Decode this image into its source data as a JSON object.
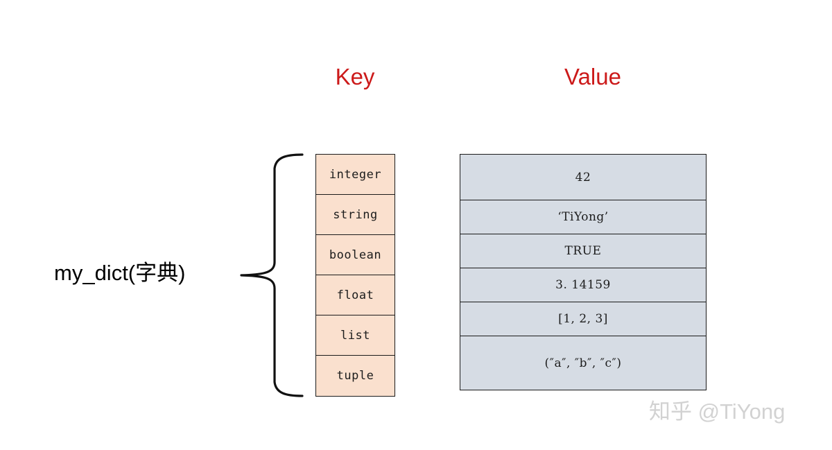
{
  "diagram": {
    "title_label": "my_dict(字典)",
    "headers": {
      "key": "Key",
      "value": "Value"
    },
    "colors": {
      "header_red": "#cc1a1a",
      "key_cell_fill": "#fae0ce",
      "value_cell_fill": "#d6dce4",
      "border": "#1a1a1a",
      "text": "#1c1c1c",
      "watermark": "#d2d2d2",
      "background": "#ffffff"
    },
    "entries": [
      {
        "key": "integer",
        "value": "42"
      },
      {
        "key": "string",
        "value": "‘TiYong’"
      },
      {
        "key": "boolean",
        "value": "TRUE"
      },
      {
        "key": "float",
        "value": "3. 14159"
      },
      {
        "key": "list",
        "value": "[1, 2, 3]"
      },
      {
        "key": "tuple",
        "value": "(″a″, ″b″, ″c″)"
      }
    ],
    "brace": {
      "icon": "left-curly-brace",
      "spans_rows": 6
    }
  },
  "watermark": {
    "text": "知乎 @TiYong"
  }
}
